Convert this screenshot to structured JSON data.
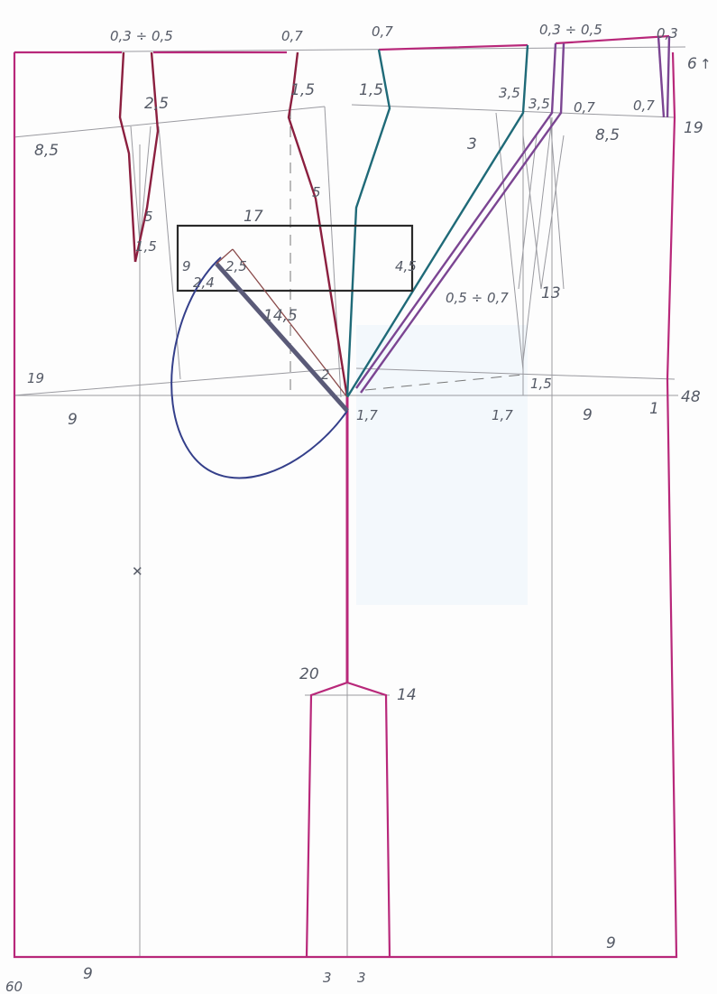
{
  "drawing": {
    "top_labels": {
      "left_shift": "0,3 ÷ 0,5",
      "center_left_shift": "0,7",
      "center_right_shift": "0,7",
      "right_shift": "0,3 ÷ 0,5",
      "corner": "0,3",
      "right_margin_top": "6"
    },
    "upper_labels": {
      "left_dart": "2,5",
      "center_left_dart": "1,5",
      "center_right_dart": "1,5",
      "right_dart_a": "3,5",
      "right_dart_b": "3,5",
      "right_small": "0,7",
      "right_arrow": "0,7",
      "right_margin": "19",
      "left_panel": "8,5",
      "right_panel": "8,5",
      "right_mid": "3",
      "side_mark": "5"
    },
    "middle_labels": {
      "left_dart_tip": "5",
      "dart_width": "1,5",
      "box_length": "17",
      "box_height": "4,5",
      "box_left": "9",
      "small_a": "2,5",
      "small_b": "2,4",
      "diagonal": "14,5",
      "center_bottom": "2",
      "right_diagonal": "0,5 ÷ 0,7",
      "right_dart": "13",
      "left_margin": "19",
      "waist_left": "9",
      "waist_center": "1,7",
      "waist_right_a": "1,7",
      "waist_right_b": "1,5",
      "waist_right_c": "9",
      "waist_right_d": "1",
      "right_margin": "48"
    },
    "lower_labels": {
      "vent_left": "20",
      "vent_right": "14",
      "hem_right": "9",
      "hem_left": "9",
      "hem_center_left": "3",
      "hem_center_right": "3",
      "corner_bottom_left": "60"
    }
  }
}
